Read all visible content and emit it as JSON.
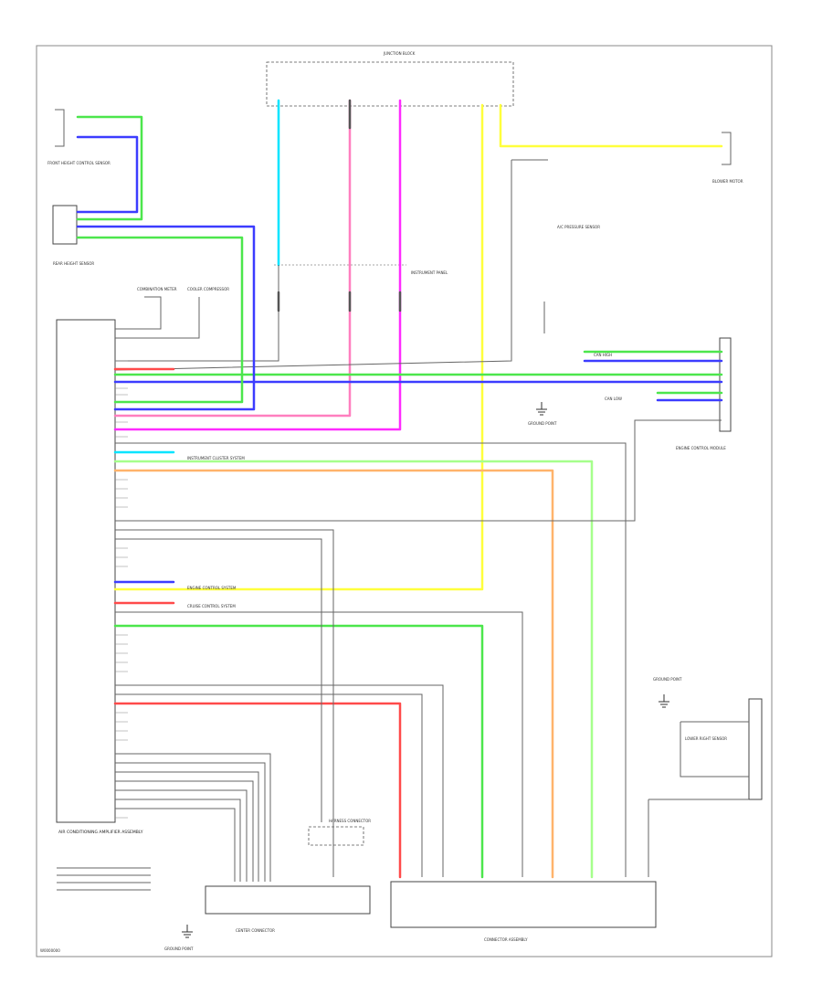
{
  "diagram": {
    "figure_code": "W0000000",
    "components": {
      "main_unit": "AIR CONDITIONING AMPLIFIER ASSEMBLY",
      "combination_meter": "COMBINATION METER",
      "cooler_comp": "COOLER COMPRESSOR",
      "front_sensor": "FRONT HEIGHT CONTROL SENSOR",
      "side_sensor": "REAR HEIGHT SENSOR",
      "harness_connector": "HARNESS CONNECTOR",
      "instrument_panel": "INSTRUMENT PANEL",
      "ground_left": "GROUND POINT",
      "ground_mid": "GROUND POINT",
      "ground_right": "GROUND POINT",
      "right_module": "ENGINE CONTROL MODULE",
      "junction_top": "JUNCTION BLOCK",
      "blower": "BLOWER MOTOR",
      "ac_pressure": "A/C PRESSURE SENSOR",
      "lower_right_box": "LOWER RIGHT SENSOR",
      "bottom_conn_1": "CENTER CONNECTOR",
      "bottom_conn_2": "CONNECTOR ASSEMBLY"
    },
    "notes": {
      "instrument_cluster": "INSTRUMENT CLUSTER SYSTEM",
      "cruise_control": "CRUISE CONTROL SYSTEM",
      "engine_control": "ENGINE CONTROL SYSTEM",
      "can_high": "CAN HIGH",
      "can_low": "CAN LOW"
    },
    "wire_colors": {
      "cyan": "#00e5ff",
      "pink": "#ff7fbf",
      "magenta": "#ff2aff",
      "yellow": "#ffff3c",
      "green": "#4ce64c",
      "lightgreen": "#a6ff8c",
      "blue": "#3c3cff",
      "red": "#ff4a4a",
      "lightred": "#ff9a9a",
      "orange": "#ffb36b",
      "gray": "#8a8a8a",
      "darkgray": "#555555",
      "black": "#222222"
    }
  }
}
